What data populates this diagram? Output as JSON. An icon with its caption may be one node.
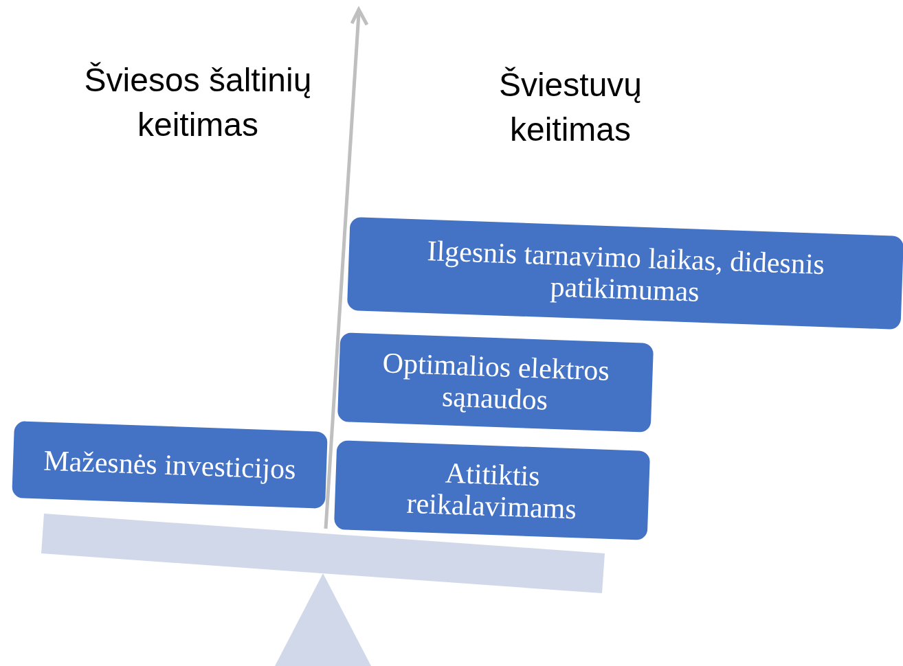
{
  "diagram": {
    "nodes": [
      {
        "text": [
          "Mažesnės investicijos"
        ]
      },
      {
        "text": [
          "Atitiktis reikalavimams"
        ]
      },
      {
        "text": [
          "Optimalios elektros sąnaudos"
        ]
      },
      {
        "text": [
          "Ilgesnis tarnavimo laikas, didesnis patikimumas"
        ]
      }
    ],
    "edges": [],
    "labels": [
      "Šviesos šaltinių keitimas",
      "Šviestuvų keitimas"
    ]
  }
}
